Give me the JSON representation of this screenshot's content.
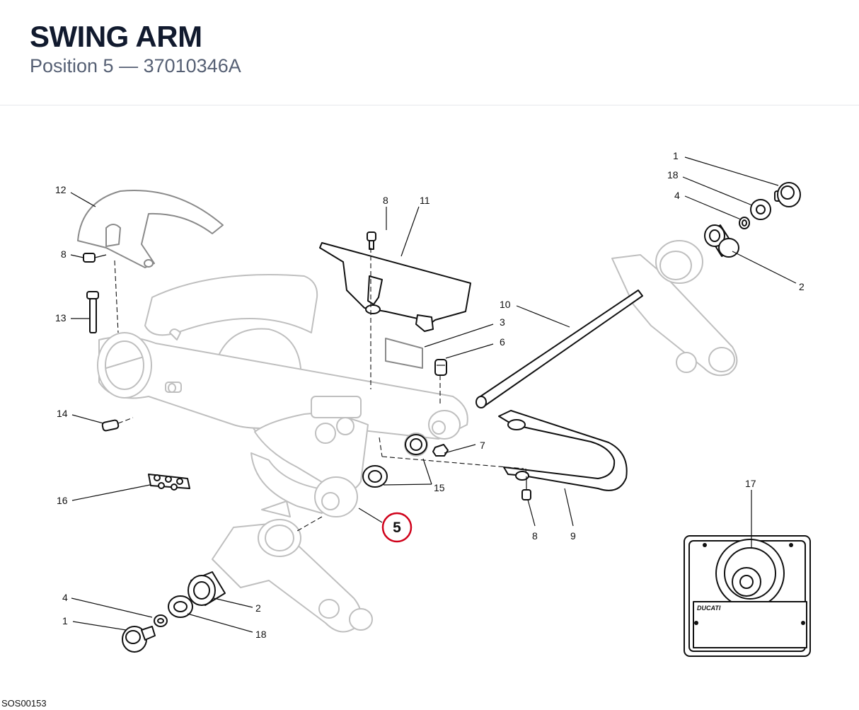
{
  "header": {
    "title": "SWING ARM",
    "subtitle": "Position 5 — 37010346A"
  },
  "footer": {
    "code": "SOS00153"
  },
  "highlight": {
    "label": "5",
    "color": "#d0021b"
  },
  "callouts": {
    "c12": "12",
    "c8a": "8",
    "c13": "13",
    "c14": "14",
    "c16": "16",
    "c8b": "8",
    "c11": "11",
    "c3": "3",
    "c6": "6",
    "c10": "10",
    "c1a": "1",
    "c18a": "18",
    "c4a": "4",
    "c2a": "2",
    "c7": "7",
    "c15": "15",
    "c8c": "8",
    "c9": "9",
    "c17": "17",
    "c4b": "4",
    "c1b": "1",
    "c2b": "2",
    "c18b": "18"
  },
  "plate": {
    "brand": "DUCATI"
  }
}
